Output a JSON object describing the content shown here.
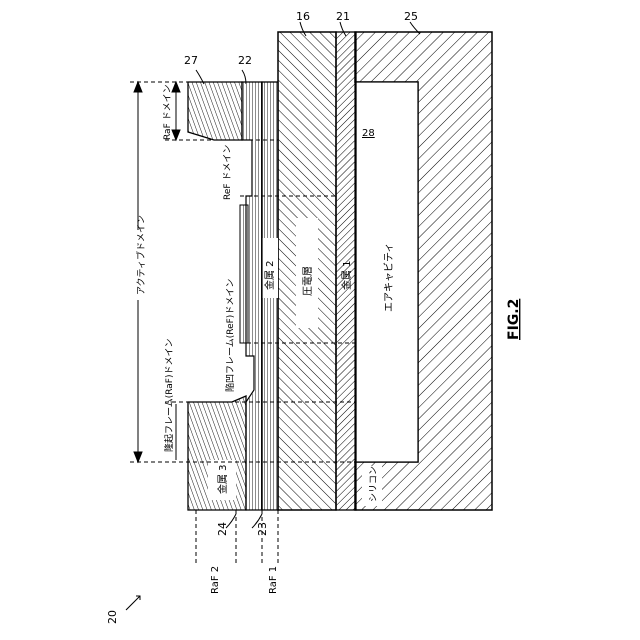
{
  "figure": {
    "fig_id": "FIG.2",
    "ref_arrow": "20"
  },
  "labels": {
    "n27": "27",
    "n22": "22",
    "n16": "16",
    "n21": "21",
    "n25": "25",
    "n28": "28",
    "n24": "24",
    "n23": "23",
    "raf2": "RaF 2",
    "raf1": "RaF 1",
    "active_domain": "アクティブドメイン",
    "raf_domain": "RaF ドメイン",
    "ref_domain": "ReF ドメイン",
    "recessed_frame": "陥凹フレーム(ReF)ドメイン",
    "raised_frame": "隆起フレーム(RaF)ドメイン",
    "metal2": "金属 2",
    "piezo": "圧電層",
    "metal1": "金属 1",
    "metal3": "金属 3",
    "air_cavity": "エアキャビティ",
    "silicon": "シリコン"
  }
}
